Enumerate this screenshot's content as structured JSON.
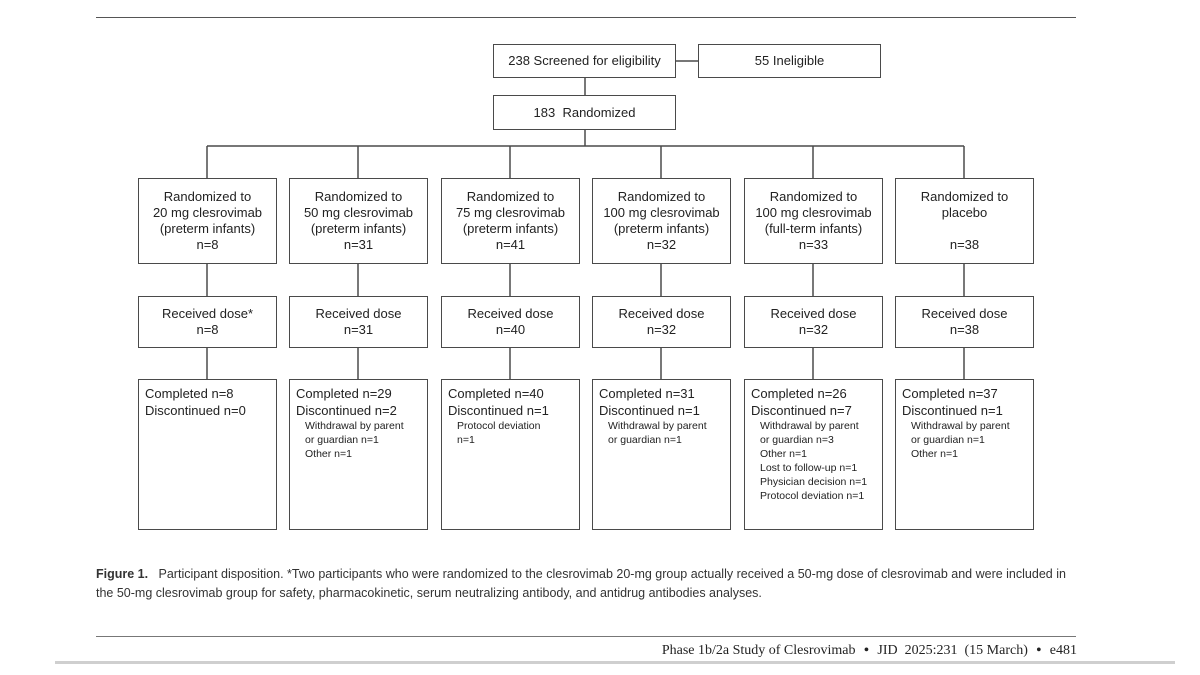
{
  "flow": {
    "screened": "238 Screened for eligibility",
    "ineligible": "55 Ineligible",
    "randomized": "183  Randomized"
  },
  "arms": [
    {
      "randomized_lines": [
        "Randomized to",
        "20 mg clesrovimab",
        "(preterm infants)",
        "n=8"
      ],
      "dose_lines": [
        "Received dose*",
        "n=8"
      ],
      "completed": "Completed n=8",
      "discontinued": "Discontinued n=0",
      "reasons": []
    },
    {
      "randomized_lines": [
        "Randomized to",
        "50 mg clesrovimab",
        "(preterm infants)",
        "n=31"
      ],
      "dose_lines": [
        "Received dose",
        "n=31"
      ],
      "completed": "Completed n=29",
      "discontinued": "Discontinued n=2",
      "reasons": [
        "Withdrawal by parent",
        "or guardian n=1",
        "Other n=1"
      ]
    },
    {
      "randomized_lines": [
        "Randomized to",
        "75 mg clesrovimab",
        "(preterm infants)",
        "n=41"
      ],
      "dose_lines": [
        "Received dose",
        "n=40"
      ],
      "completed": "Completed n=40",
      "discontinued": "Discontinued n=1",
      "reasons": [
        "Protocol deviation",
        "n=1"
      ]
    },
    {
      "randomized_lines": [
        "Randomized to",
        "100 mg clesrovimab",
        "(preterm infants)",
        "n=32"
      ],
      "dose_lines": [
        "Received dose",
        "n=32"
      ],
      "completed": "Completed n=31",
      "discontinued": "Discontinued n=1",
      "reasons": [
        "Withdrawal by parent",
        "or guardian n=1"
      ]
    },
    {
      "randomized_lines": [
        "Randomized to",
        "100 mg clesrovimab",
        "(full-term infants)",
        "n=33"
      ],
      "dose_lines": [
        "Received dose",
        "n=32"
      ],
      "completed": "Completed n=26",
      "discontinued": "Discontinued n=7",
      "reasons": [
        "Withdrawal by parent",
        "or guardian n=3",
        "Other n=1",
        "Lost to follow-up n=1",
        "Physician decision n=1",
        "Protocol deviation n=1"
      ]
    },
    {
      "randomized_lines": [
        "Randomized to",
        "placebo",
        "",
        "n=38"
      ],
      "dose_lines": [
        "Received dose",
        "n=38"
      ],
      "completed": "Completed n=37",
      "discontinued": "Discontinued n=1",
      "reasons": [
        "Withdrawal by parent",
        "or guardian n=1",
        "Other n=1"
      ]
    }
  ],
  "caption": {
    "label": "Figure 1.",
    "text": "Participant disposition. *Two participants who were randomized to the clesrovimab 20-mg group actually received a 50-mg dose of clesrovimab and were included in the 50-mg clesrovimab group for safety, pharmacokinetic, serum neutralizing antibody, and antidrug antibodies analyses."
  },
  "footer": {
    "running_title": "Phase 1b/2a Study of Clesrovimab",
    "journal": "JID  2025:231  (15 March)",
    "page": "e481",
    "separator": "•"
  }
}
